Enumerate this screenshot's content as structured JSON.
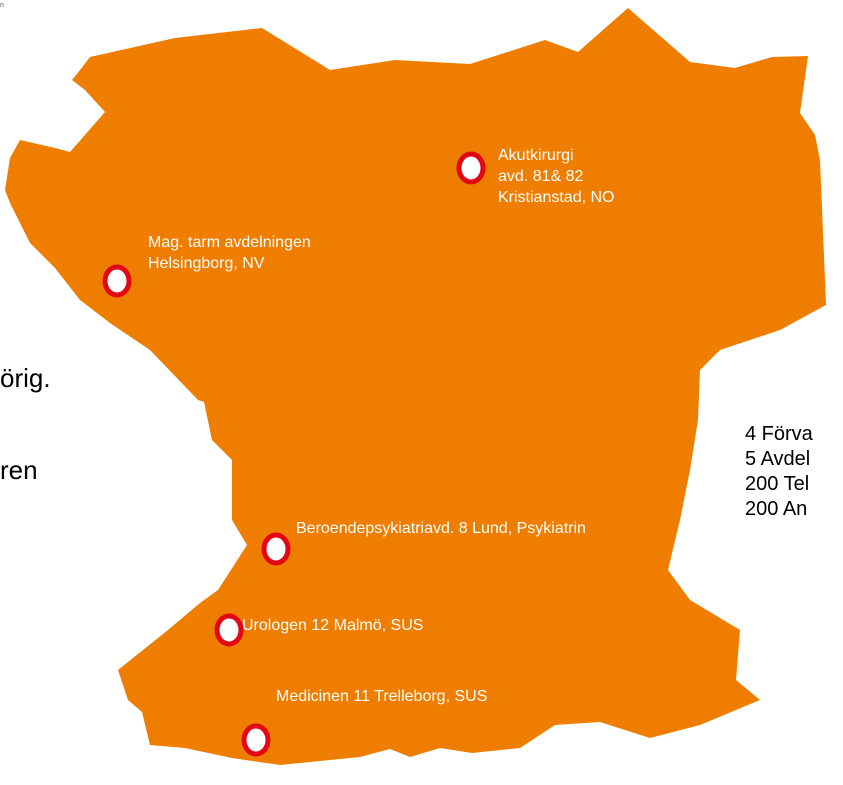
{
  "colors": {
    "region_fill": "#EE7D00",
    "marker_stroke": "#E30613",
    "marker_fill": "#FFFFFF",
    "label_text": "#FFFFFF",
    "side_text": "#000000"
  },
  "corner_mark": "n",
  "left_text": {
    "line1": "örig.",
    "line2": "ren"
  },
  "locations": [
    {
      "id": "akutkirurgi",
      "lines": [
        "Akutkirurgi",
        "avd. 81& 82",
        "Kristianstad, NO"
      ]
    },
    {
      "id": "mag-tarm",
      "lines": [
        "Mag. tarm avdelningen",
        "Helsingborg, NV"
      ]
    },
    {
      "id": "beroendepsykiatri",
      "lines": [
        "Beroendepsykiatriavd. 8 Lund, Psykiatrin"
      ]
    },
    {
      "id": "urologen",
      "lines": [
        "Urologen 12 Malmö, SUS"
      ]
    },
    {
      "id": "medicinen",
      "lines": [
        "Medicinen 11 Trelleborg, SUS"
      ]
    }
  ],
  "stats": [
    "4 Förva",
    "5 Avdel",
    "200 Tel",
    "200 An"
  ]
}
